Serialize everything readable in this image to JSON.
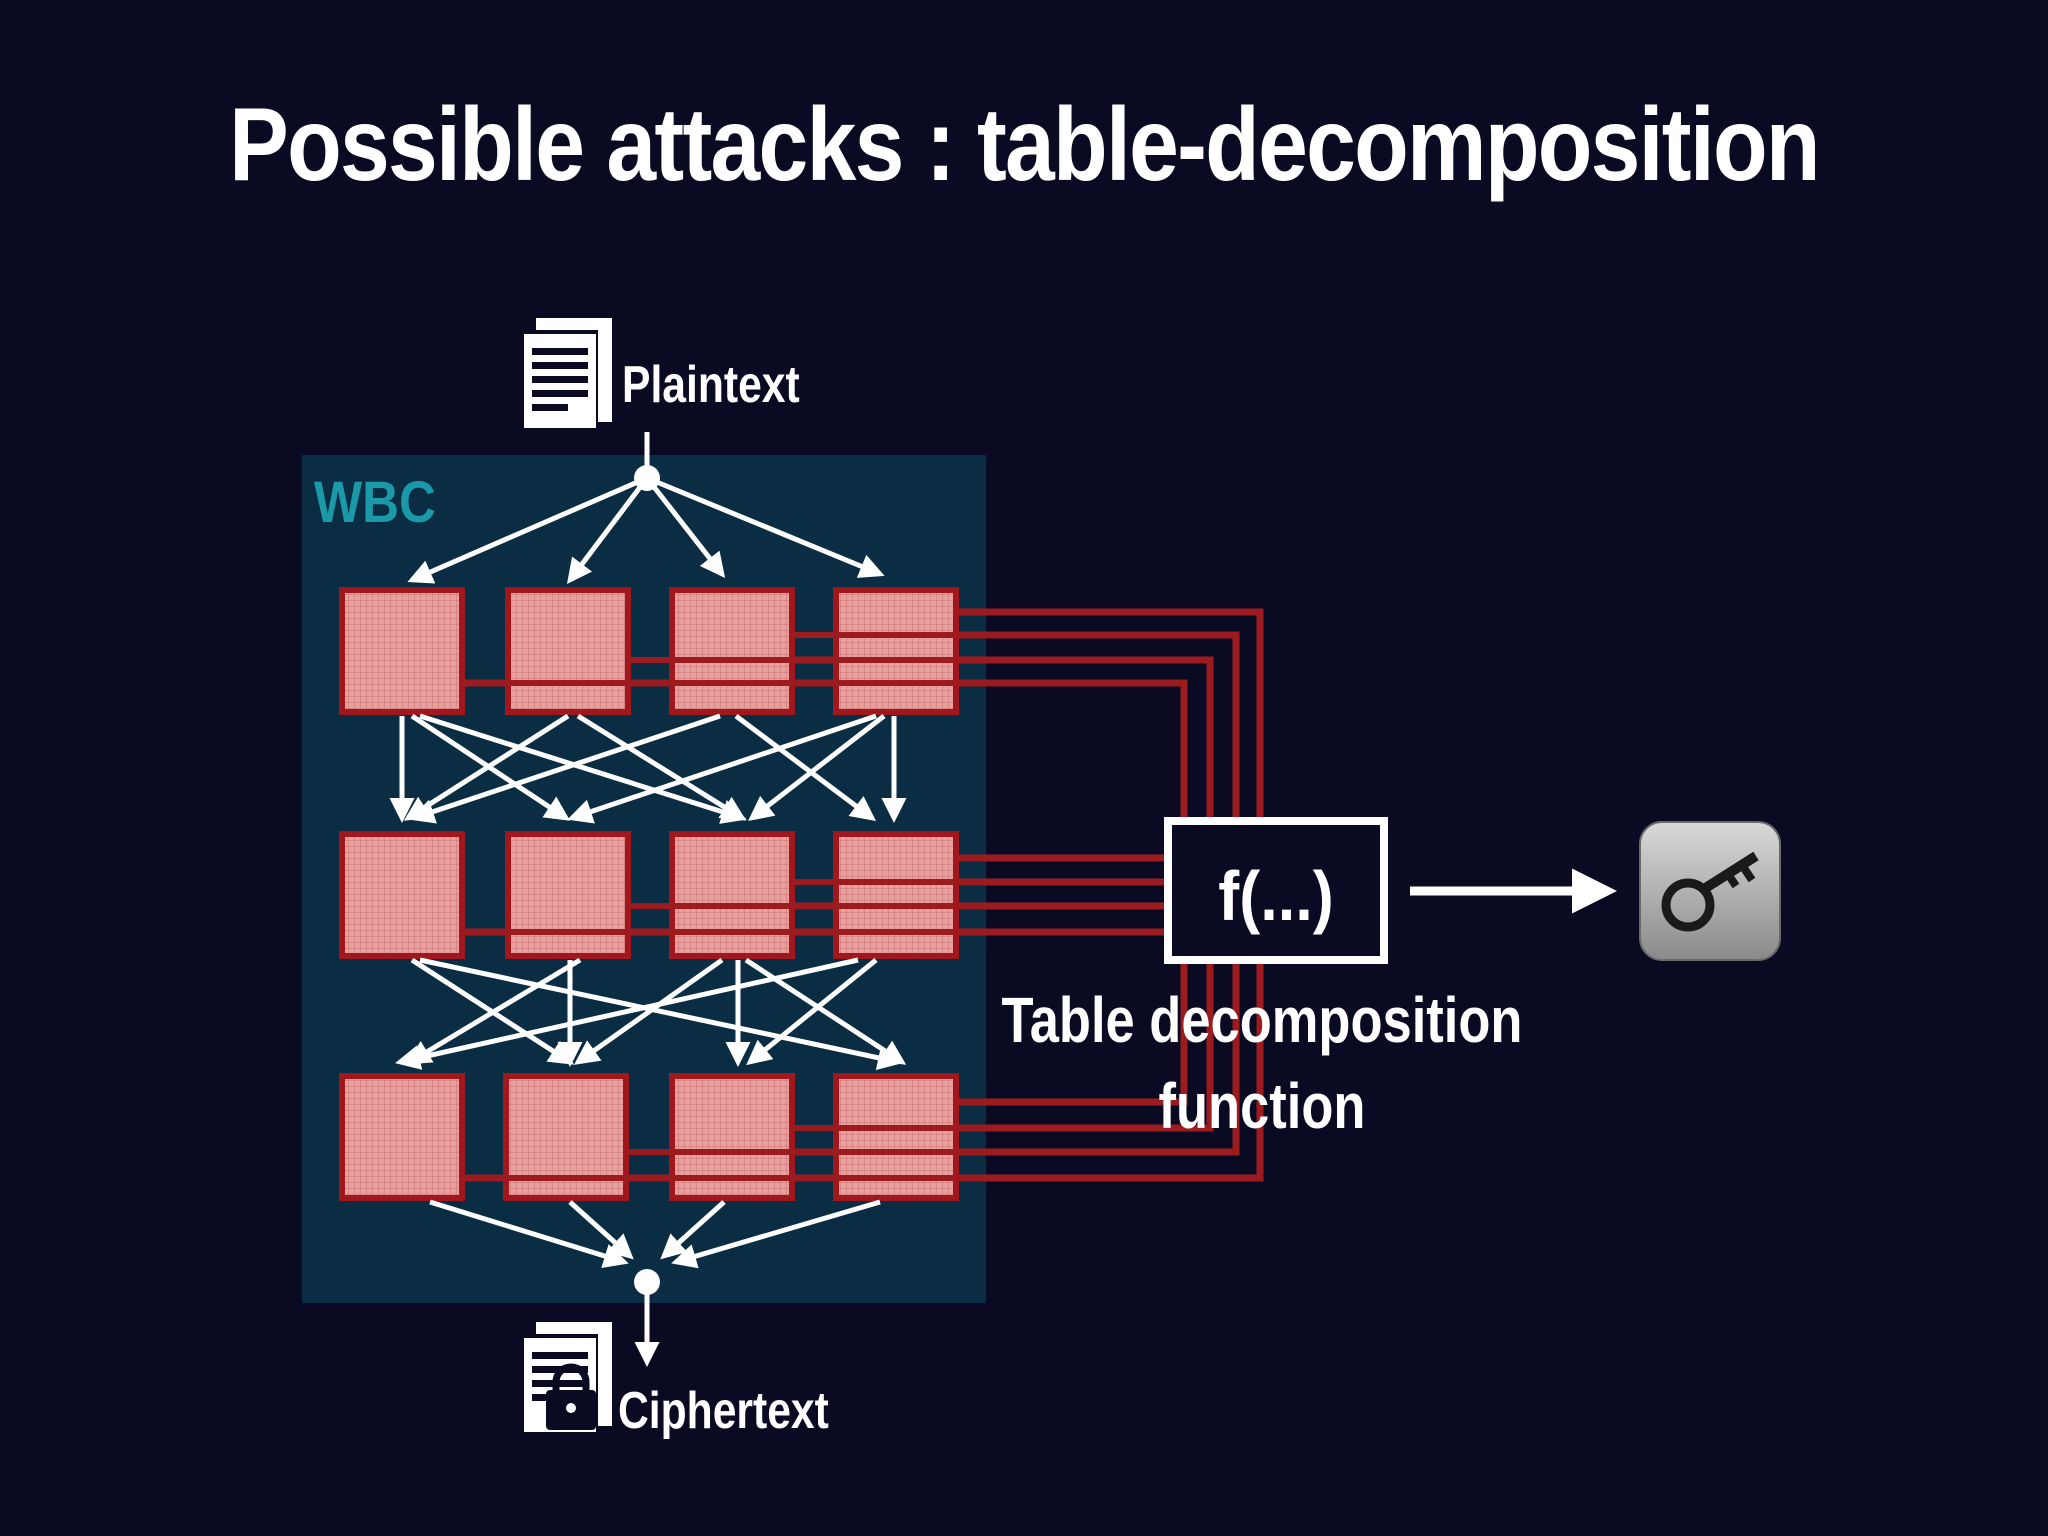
{
  "title": "Possible attacks : table-decomposition",
  "diagram": {
    "wbc_label": "WBC",
    "plaintext_label": "Plaintext",
    "ciphertext_label": "Ciphertext",
    "function_label": "f(...)",
    "caption_line1": "Table decomposition",
    "caption_line2": "function"
  },
  "icons": {
    "plaintext": "document-icon",
    "ciphertext": "locked-document-icon",
    "key": "key-icon"
  },
  "colors": {
    "background": "#0a0b22",
    "wbc_box": "#0b2d44",
    "wbc_text": "#1a9aa8",
    "table_fill": "#e89a98",
    "table_border": "#a0171d",
    "wire": "#9b1b1f",
    "arrow": "#ffffff"
  }
}
